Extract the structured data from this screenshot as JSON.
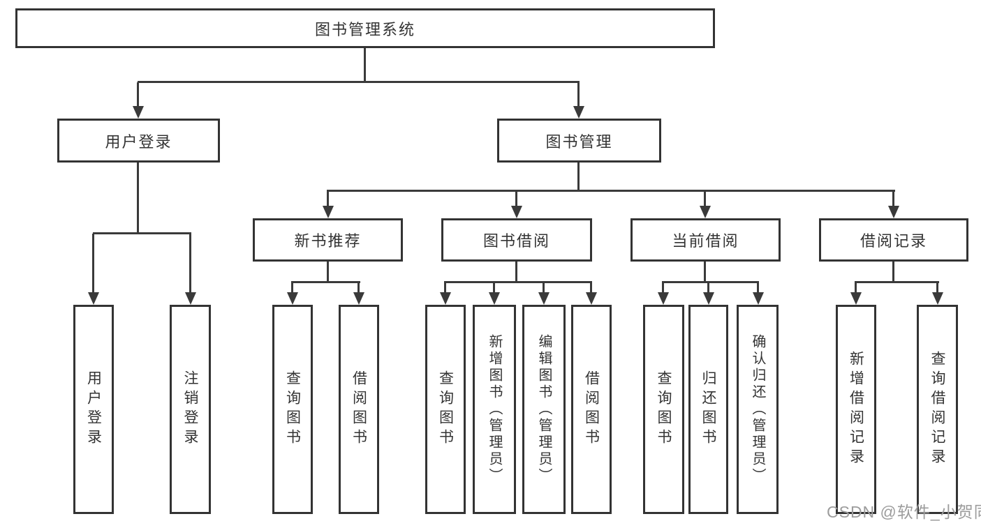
{
  "diagram": {
    "root": {
      "label": "图书管理系统"
    },
    "level2": {
      "user_login": "用户登录",
      "book_mgmt": "图书管理"
    },
    "level3": {
      "new_books": "新书推荐",
      "book_borrow": "图书借阅",
      "current_borrow": "当前借阅",
      "borrow_records": "借阅记录"
    },
    "leaves": {
      "user_login": [
        "用户登录",
        "注销登录"
      ],
      "new_books": [
        "查询图书",
        "借阅图书"
      ],
      "book_borrow": [
        "查询图书",
        "新增图书（管理员）",
        "编辑图书（管理员）",
        "借阅图书"
      ],
      "current_borrow": [
        "查询图书",
        "归还图书",
        "确认归还（管理员）"
      ],
      "borrow_records": [
        "新增借阅记录",
        "查询借阅记录"
      ]
    },
    "colors": {
      "line": "#3a3a3a",
      "border": "#333333",
      "text": "#333333",
      "watermark": "#9c9c9c"
    },
    "watermark": "CSDN @软件_小贺同学"
  }
}
